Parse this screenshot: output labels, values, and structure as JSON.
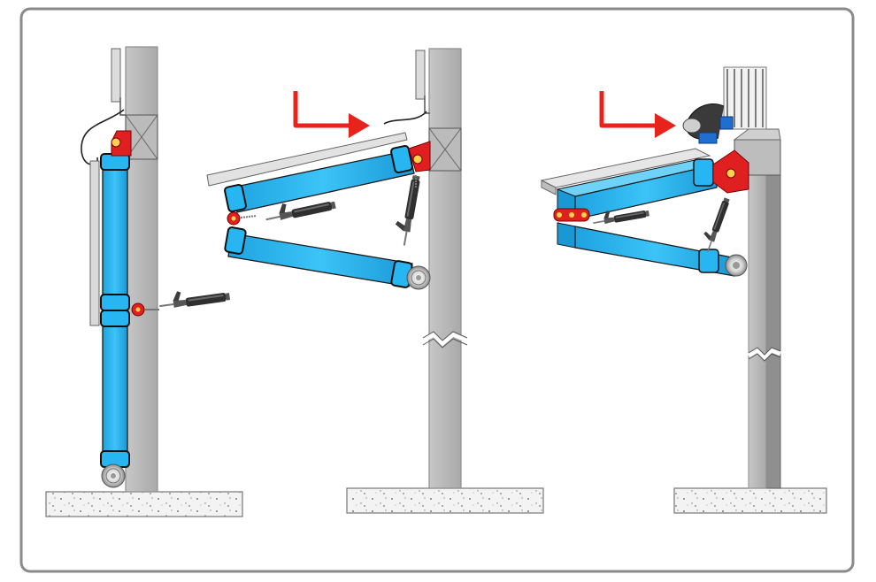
{
  "colors": {
    "frame_border": "#8a8a8a",
    "background": "#ffffff",
    "wall_fill": "#b4b4b4",
    "wall_stroke": "#8e8e8e",
    "arm_blue": "#27b6f1",
    "arm_blue_dark": "#0f7fb9",
    "outline": "#1a1a1a",
    "bracket_red": "#e02020",
    "arrow_red": "#e8231b",
    "foundation_fill": "#eeeeee",
    "plate_gray": "#d9d9d9",
    "grease_gun": "#3a3a3a"
  },
  "panels": [
    {
      "id": "closed",
      "state": "Leveler stored vertically",
      "indicator_arrow": false
    },
    {
      "id": "opening",
      "state": "Lip plate lowered, arms folding",
      "indicator_arrow": true
    },
    {
      "id": "deployed",
      "state": "Leveler unfolded onto dock",
      "indicator_arrow": true
    }
  ],
  "icons": [
    "grease-gun-icon",
    "red-arrow-icon",
    "roller-wheel-icon",
    "hinge-bracket-icon"
  ]
}
